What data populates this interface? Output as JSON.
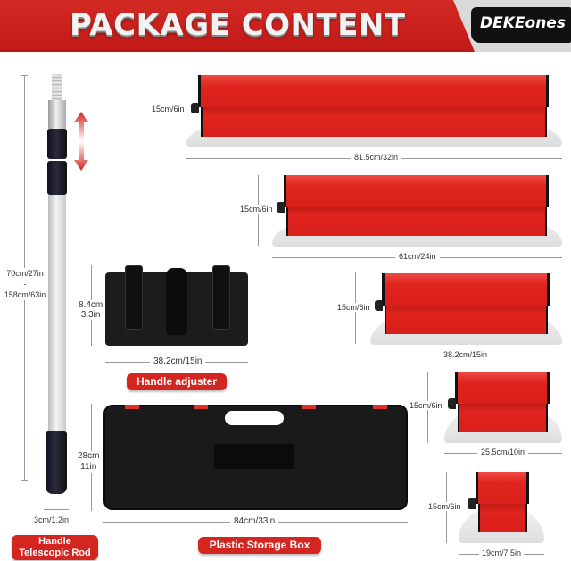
{
  "header": {
    "title": "PACKAGE CONTENT",
    "brand": "DEKEones",
    "colors": {
      "primary": "#d42620",
      "text": "#f2f2f2",
      "brand_bg": "#111111"
    }
  },
  "rod": {
    "length": "70cm/27in",
    "separator": "-",
    "length_extended": "158cm/63in",
    "diameter": "3cm/1.2in",
    "label_line1": "Handle",
    "label_line2": "Telescopic Rod"
  },
  "adjuster": {
    "height_cm": "8.4cm",
    "height_in": "3.3in",
    "width": "38.2cm/15in",
    "label": "Handle adjuster"
  },
  "box": {
    "height_cm": "28cm",
    "height_in": "11in",
    "width": "84cm/33in",
    "label": "Plastic Storage Box"
  },
  "spatulas": [
    {
      "height": "15cm/6in",
      "width": "81.5cm/32in"
    },
    {
      "height": "15cm/6in",
      "width": "61cm/24in"
    },
    {
      "height": "15cm/6in",
      "width": "38.2cm/15in"
    },
    {
      "height": "15cm/6in",
      "width": "25.5cm/10in"
    },
    {
      "height": "15cm/6in",
      "width": "19cm/7.5in"
    }
  ]
}
